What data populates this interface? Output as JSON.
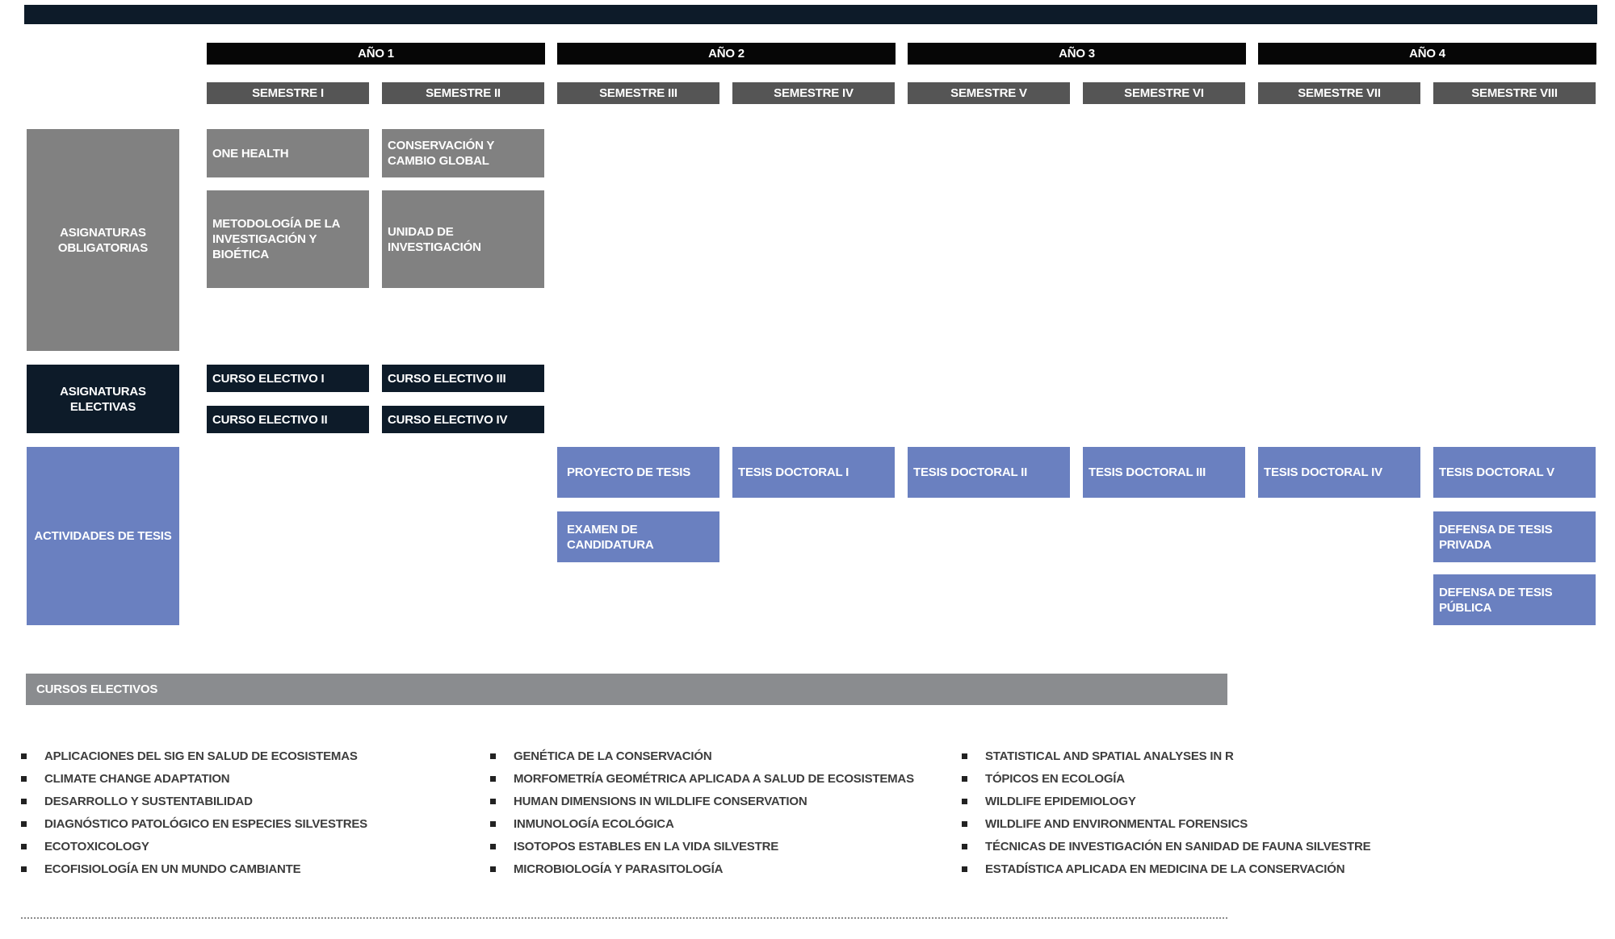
{
  "years": [
    "AÑO 1",
    "AÑO 2",
    "AÑO 3",
    "AÑO 4"
  ],
  "semesters": [
    "SEMESTRE I",
    "SEMESTRE II",
    "SEMESTRE III",
    "SEMESTRE IV",
    "SEMESTRE V",
    "SEMESTRE VI",
    "SEMESTRE VII",
    "SEMESTRE VIII"
  ],
  "rows": {
    "obligatorias": "ASIGNATURAS OBLIGATORIAS",
    "electivas": "ASIGNATURAS ELECTIVAS",
    "tesis": "ACTIVIDADES DE TESIS"
  },
  "obligatorias": {
    "one_health": "ONE HEALTH",
    "conservacion": "CONSERVACIÓN Y CAMBIO GLOBAL",
    "metodologia": "METODOLOGÍA DE LA INVESTIGACIÓN Y BIOÉTICA",
    "unidad": "UNIDAD DE INVESTIGACIÓN"
  },
  "electivas": {
    "curso_1": "CURSO ELECTIVO I",
    "curso_2": "CURSO ELECTIVO II",
    "curso_3": "CURSO ELECTIVO III",
    "curso_4": "CURSO ELECTIVO IV"
  },
  "tesis": {
    "proyecto": "PROYECTO DE TESIS",
    "doctoral_1": "TESIS DOCTORAL I",
    "doctoral_2": "TESIS DOCTORAL II",
    "doctoral_3": "TESIS DOCTORAL III",
    "doctoral_4": "TESIS DOCTORAL IV",
    "doctoral_5": "TESIS DOCTORAL V",
    "examen": "EXAMEN DE CANDIDATURA",
    "defensa_privada": "DEFENSA DE TESIS PRIVADA",
    "defensa_publica": "DEFENSA DE TESIS PÚBLICA"
  },
  "cursos_banner": "CURSOS ELECTIVOS",
  "cursos_col1": [
    "APLICACIONES DEL SIG EN SALUD DE ECOSISTEMAS",
    "CLIMATE CHANGE ADAPTATION",
    "DESARROLLO Y SUSTENTABILIDAD",
    "DIAGNÓSTICO PATOLÓGICO EN ESPECIES SILVESTRES",
    "ECOTOXICOLOGY",
    "ECOFISIOLOGÍA EN UN MUNDO CAMBIANTE"
  ],
  "cursos_col2": [
    "GENÉTICA DE LA CONSERVACIÓN",
    "MORFOMETRÍA GEOMÉTRICA APLICADA A SALUD DE ECOSISTEMAS",
    "HUMAN DIMENSIONS IN WILDLIFE CONSERVATION",
    "INMUNOLOGÍA ECOLÓGICA",
    "ISOTOPOS ESTABLES EN LA VIDA SILVESTRE",
    "MICROBIOLOGÍA Y PARASITOLOGÍA"
  ],
  "cursos_col3": [
    "STATISTICAL AND SPATIAL ANALYSES IN R",
    "TÓPICOS EN ECOLOGÍA",
    "WILDLIFE EPIDEMIOLOGY",
    "WILDLIFE AND ENVIRONMENTAL FORENSICS",
    "TÉCNICAS DE INVESTIGACIÓN EN SANIDAD DE FAUNA SILVESTRE",
    "ESTADÍSTICA APLICADA EN MEDICINA DE LA CONSERVACIÓN"
  ],
  "colors": {
    "navy": "#0d1b29",
    "year_header": "#060606",
    "semester_header": "#555555",
    "obligatorias": "#818181",
    "tesis": "#6a80c0",
    "banner": "#8a8c8f"
  }
}
